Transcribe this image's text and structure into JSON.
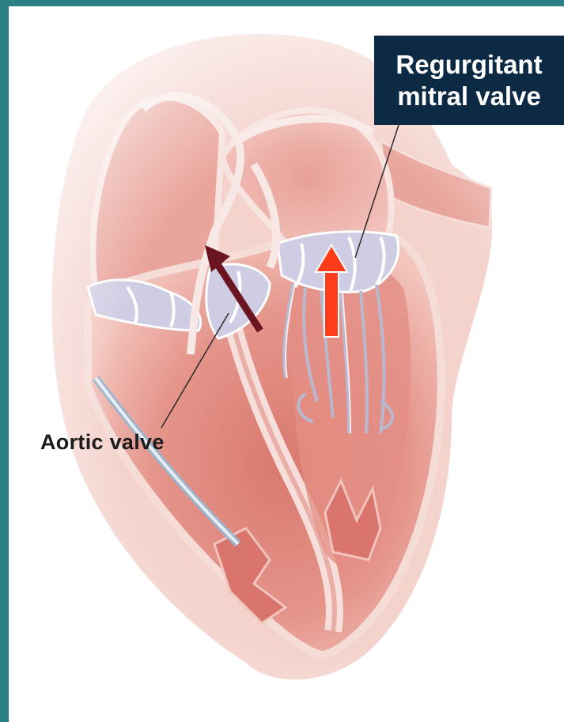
{
  "labels": {
    "regurgitant_line1": "Regurgitant",
    "regurgitant_line2": "mitral valve",
    "aortic_valve": "Aortic valve"
  },
  "colors": {
    "frame": "#2d7f86",
    "label_box": "#0d2a45",
    "regurgitation_arrow": "#ff3d1a",
    "blood_flow_arrow": "#6b1520",
    "valve_tissue": "#c9c8dd",
    "heart_muscle": "#e79f97"
  },
  "icons": {
    "regurgitation": "up-arrow-icon",
    "blood_flow": "diagonal-arrow-icon"
  }
}
